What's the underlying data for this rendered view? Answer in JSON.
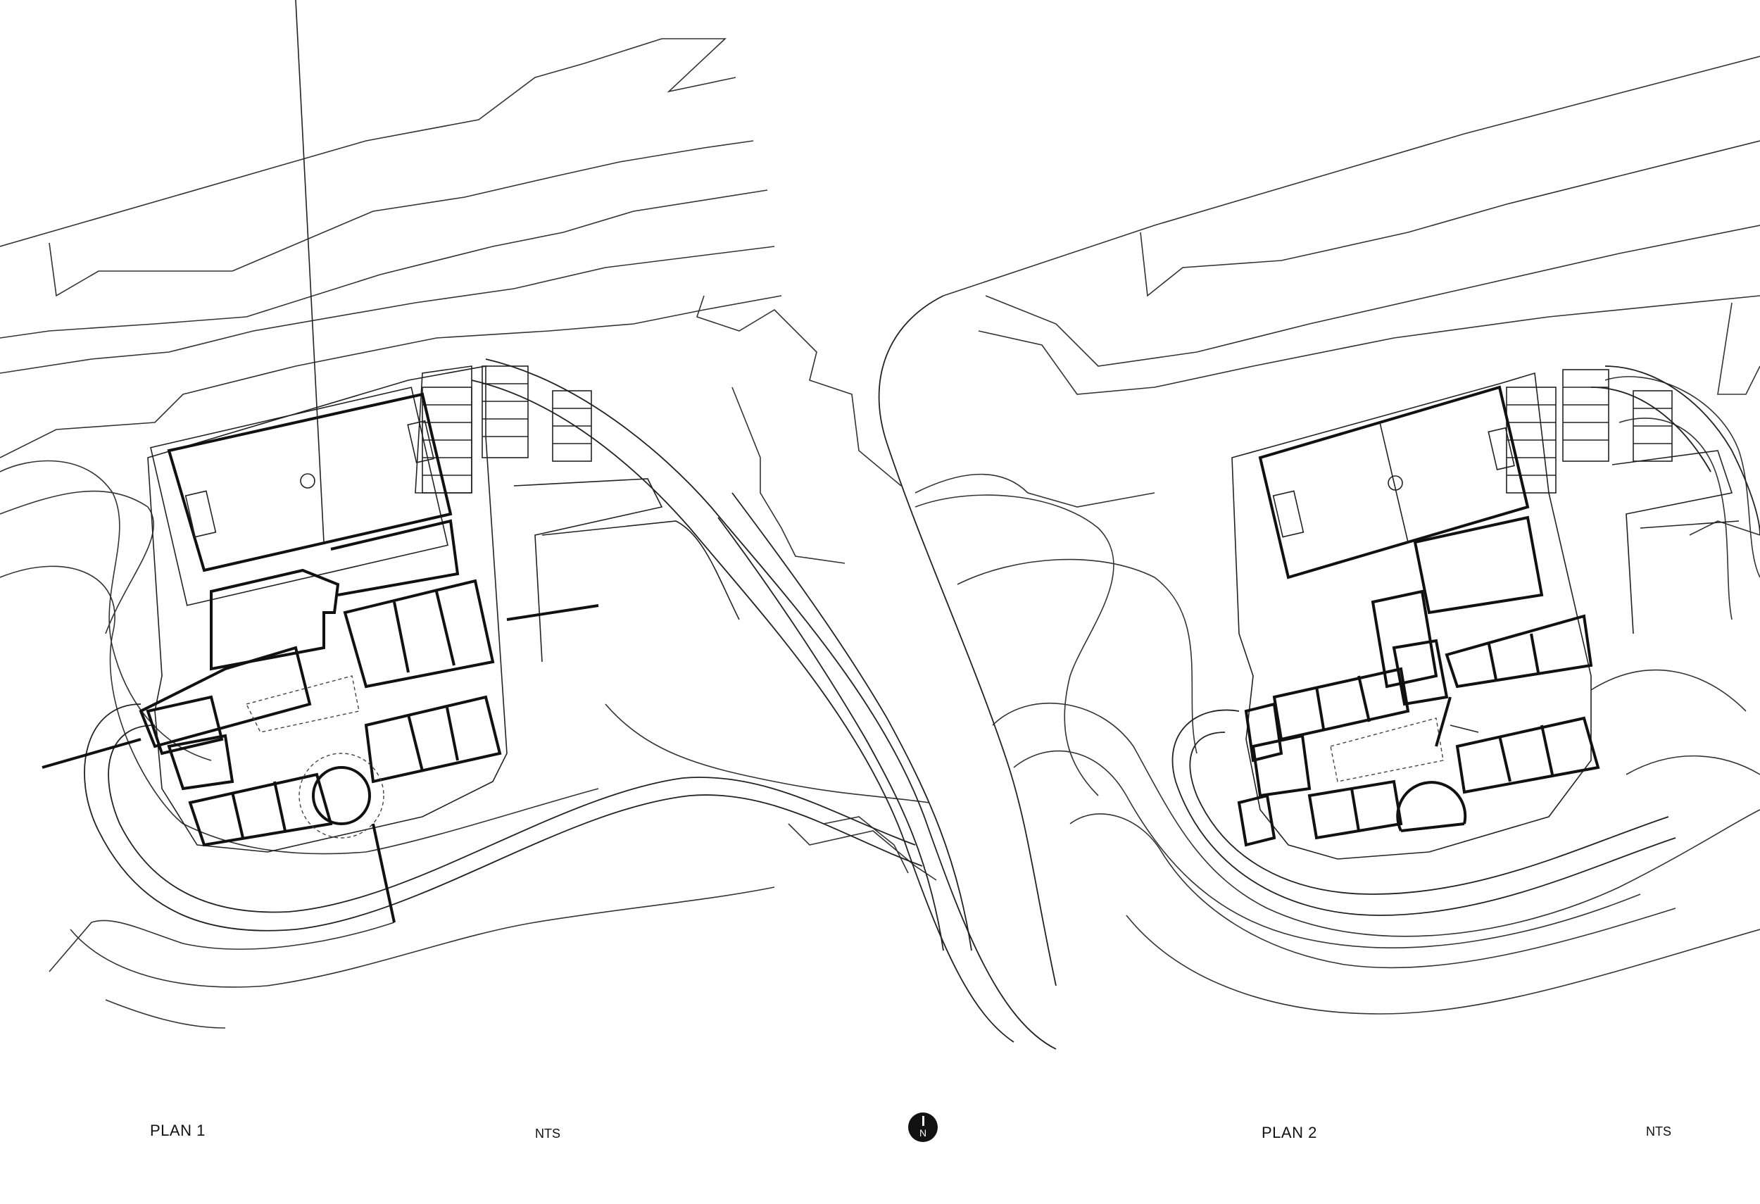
{
  "plans": [
    {
      "title": "PLAN 1",
      "scale": "NTS"
    },
    {
      "title": "PLAN 2",
      "scale": "NTS"
    }
  ],
  "north_arrow": {
    "letter": "N",
    "icon": "north-arrow-icon"
  }
}
